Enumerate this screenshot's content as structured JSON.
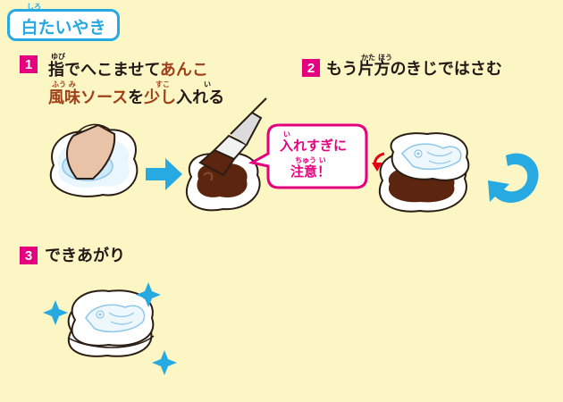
{
  "title": {
    "text": "白たいやき",
    "ruby": "しろ"
  },
  "step1": {
    "num": "1",
    "line1": {
      "plain": "指でへこませて",
      "highlight": "あんこ"
    },
    "line2": {
      "part1": "風味ソース",
      "part2": "を",
      "part3": "少し",
      "part4": "入れる"
    },
    "ruby": {
      "yubi": "ゆび",
      "fuumi": "ふう み",
      "sukoshi": "すこ",
      "i": "い"
    }
  },
  "step2": {
    "num": "2",
    "text": "もう片方のきじではさむ",
    "ruby": {
      "kata": "かた",
      "hou": "ほう"
    }
  },
  "step3": {
    "num": "3",
    "text": "できあがり"
  },
  "warning": {
    "line1": "入れすぎに",
    "line2": "注意！",
    "ruby": {
      "i": "い",
      "chuui": "ちゅう い"
    }
  },
  "colors": {
    "accent_blue": "#27a9e1",
    "step_pink": "#e5007f",
    "sauce_brown": "#a0401a",
    "background": "#fbf6c4"
  },
  "icons": [
    "arrow-right-icon",
    "curved-arrow-icon",
    "sparkle-icon"
  ]
}
